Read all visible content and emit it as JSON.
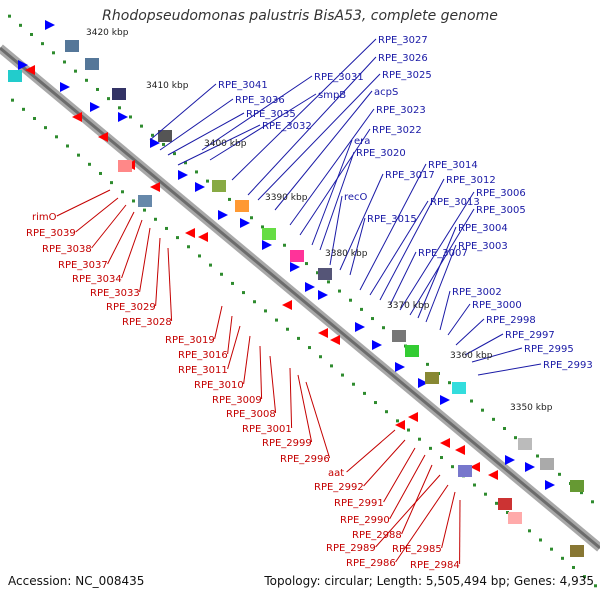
{
  "title": "Rhodopseudomonas palustris BisA53, complete genome",
  "kbp_ticks": [
    "3420 kbp",
    "3410 kbp",
    "3400 kbp",
    "3390 kbp",
    "3380 kbp",
    "3370 kbp",
    "3360 kbp",
    "3350 kbp"
  ],
  "forward_labels": [
    "RPE_3027",
    "RPE_3026",
    "RPE_3025",
    "acpS",
    "RPE_3023",
    "RPE_3022",
    "era",
    "RPE_3020",
    "RPE_3031",
    "smpB",
    "RPE_3041",
    "RPE_3036",
    "RPE_3035",
    "RPE_3032",
    "recO",
    "RPE_3017",
    "RPE_3015",
    "RPE_3014",
    "RPE_3013",
    "RPE_3012",
    "RPE_3007",
    "RPE_3006",
    "RPE_3005",
    "RPE_3004",
    "RPE_3003",
    "RPE_3002",
    "RPE_3000",
    "RPE_2998",
    "RPE_2997",
    "RPE_2995",
    "RPE_2993"
  ],
  "reverse_labels": [
    "rimO",
    "RPE_3039",
    "RPE_3038",
    "RPE_3037",
    "RPE_3034",
    "RPE_3033",
    "RPE_3029",
    "RPE_3028",
    "RPE_3019",
    "RPE_3016",
    "RPE_3011",
    "RPE_3010",
    "RPE_3009",
    "RPE_3008",
    "RPE_3001",
    "RPE_2999",
    "RPE_2996",
    "aat",
    "RPE_2992",
    "RPE_2991",
    "RPE_2990",
    "RPE_2988",
    "RPE_2989",
    "RPE_2986",
    "RPE_2985",
    "RPE_2984"
  ],
  "footer": {
    "accession": "Accession: NC_008435",
    "topology": "Topology: circular; Length: 5,505,494 bp; Genes: 4,935"
  },
  "colors": {
    "forward": "#0000ff",
    "reverse": "#ff0000",
    "backbone": "#8a8a8a",
    "forward_label": "#1a1aa6",
    "reverse_label": "#c40000",
    "gc_dots": "#2e8b2e"
  }
}
